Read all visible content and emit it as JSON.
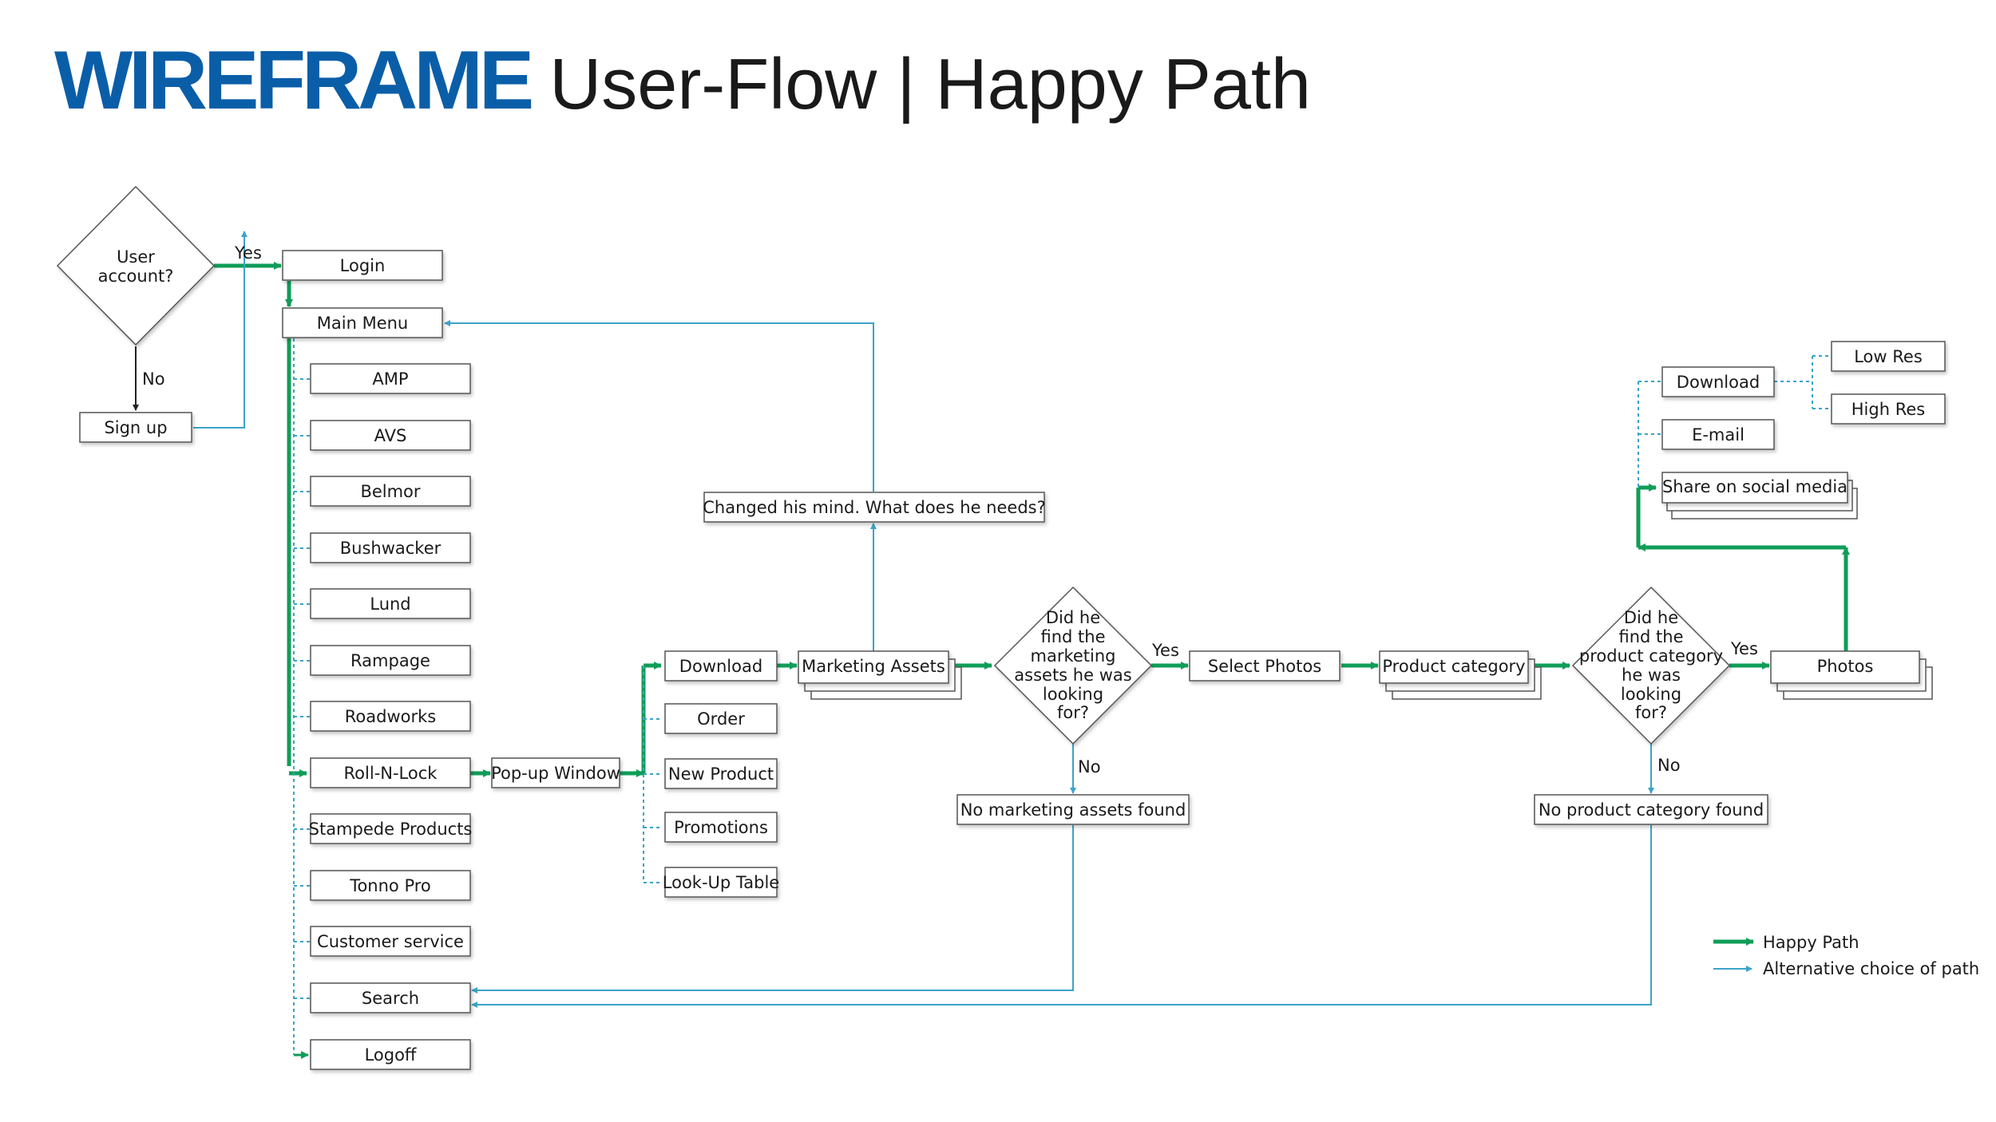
{
  "title": {
    "brand": "WIREFRAME",
    "subtitle": "User-Flow | Happy Path"
  },
  "colors": {
    "happy": "#0f9d58",
    "alt": "#3ba3c8",
    "brand": "#0a5ea8",
    "box_border": "#555555"
  },
  "decisions": {
    "user_account": [
      "User",
      "account?"
    ],
    "found_assets": [
      "Did he",
      "find the",
      "marketing",
      "assets he was",
      "looking",
      "for?"
    ],
    "found_category": [
      "Did he",
      "find the",
      "product category",
      "he was",
      "looking",
      "for?"
    ]
  },
  "branch_labels": {
    "yes": "Yes",
    "no": "No"
  },
  "boxes": {
    "login": "Login",
    "signup": "Sign up",
    "main_menu": "Main Menu",
    "amp": "AMP",
    "avs": "AVS",
    "belmor": "Belmor",
    "bushwacker": "Bushwacker",
    "lund": "Lund",
    "rampage": "Rampage",
    "roadworks": "Roadworks",
    "roll_n_lock": "Roll-N-Lock",
    "stampede": "Stampede Products",
    "tonno_pro": "Tonno Pro",
    "customer_service": "Customer service",
    "search": "Search",
    "logoff": "Logoff",
    "popup": "Pop-up Window",
    "download": "Download",
    "order": "Order",
    "new_product": "New Product",
    "promotions": "Promotions",
    "lookup": "Look-Up Table",
    "marketing_assets": "Marketing Assets",
    "changed_mind": "Changed his mind. What does he needs?",
    "no_assets": "No marketing assets found",
    "select_photos": "Select Photos",
    "product_category": "Product category",
    "no_category": "No product category found",
    "photos": "Photos",
    "photo_download": "Download",
    "low_res": "Low Res",
    "high_res": "High Res",
    "email": "E-mail",
    "share": "Share on social media"
  },
  "legend": {
    "happy": "Happy Path",
    "alt": "Alternative choice of path"
  }
}
